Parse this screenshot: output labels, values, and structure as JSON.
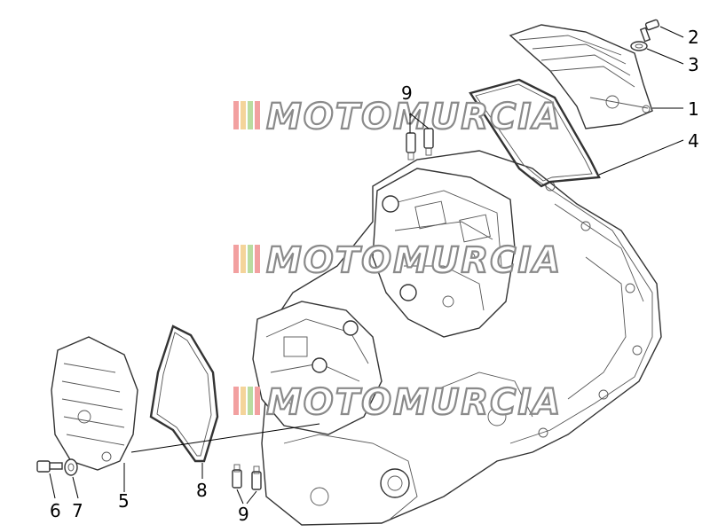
{
  "watermark": {
    "text": "MOTOMURCIA",
    "stripe_colors": [
      "#f2a0a0",
      "#f4d49a",
      "#b9dca0",
      "#f2a0a0"
    ]
  },
  "callouts": {
    "c1": "1",
    "c2": "2",
    "c3": "3",
    "c4": "4",
    "c5": "5",
    "c6": "6",
    "c7": "7",
    "c8": "8",
    "c9a": "9",
    "c9b": "9"
  }
}
